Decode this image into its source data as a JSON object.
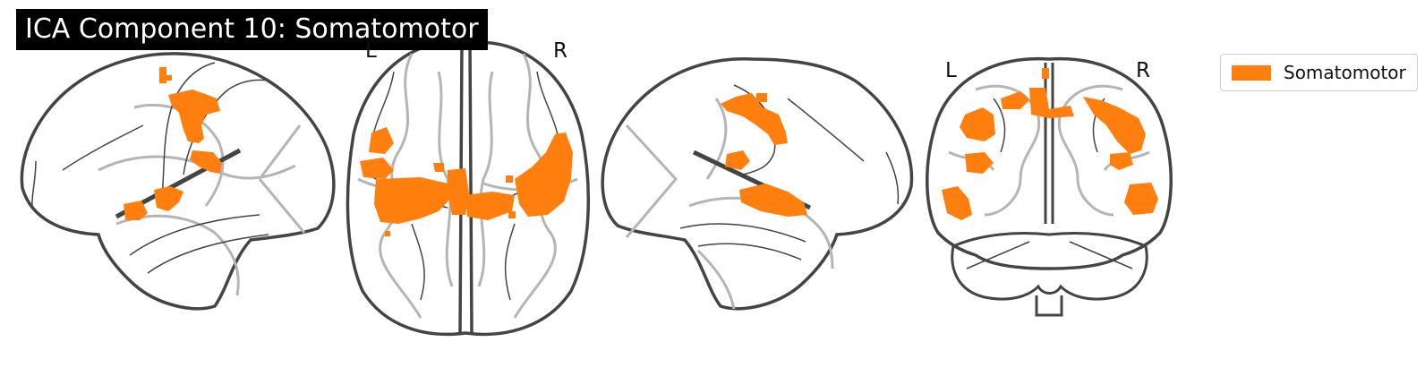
{
  "title": "ICA Component 10: Somatomotor",
  "orientation_labels": {
    "axial_left": "L",
    "axial_right": "R",
    "coronal_left": "L",
    "coronal_right": "R"
  },
  "legend": {
    "label": "Somatomotor",
    "color": "#ff7f0e"
  },
  "views": [
    "left-sagittal",
    "axial",
    "right-sagittal",
    "coronal"
  ],
  "colors": {
    "outline": "#444444",
    "sulci": "#b5b5b5",
    "activation": "#ff7f0e"
  }
}
